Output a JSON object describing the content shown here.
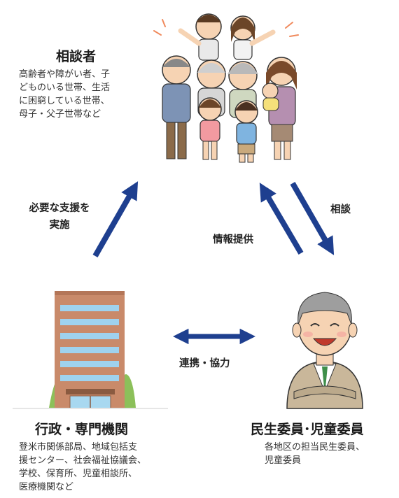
{
  "consulter": {
    "title": "相談者",
    "description": "高齢者や障がい者、子\nどものいる世帯、生活\nに困窮している世帯、\n母子・父子世帯など"
  },
  "admin": {
    "title": "行政・専門機関",
    "description": "登米市関係部局、地域包括支\n援センター、社会福祉協議会、\n学校、保育所、児童相談所、\n医療機関など"
  },
  "commissioner": {
    "title": "民生委員･児童委員",
    "description": "各地区の担当民生委員、\n児童委員"
  },
  "arrows": {
    "support": "必要な支援を\n実施",
    "consult": "相談",
    "info": "情報提供",
    "cooperation": "連携・協力"
  },
  "colors": {
    "arrow": "#1e3f8f",
    "building": "#c98a6a",
    "window": "#9fd2ee",
    "tree": "#8cc05a"
  }
}
